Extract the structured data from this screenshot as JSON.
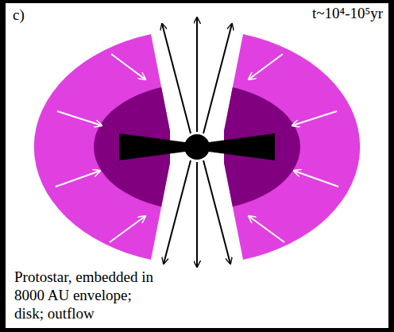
{
  "diagram": {
    "labels": [
      "c)",
      "t~10⁴-10⁵yr",
      "Protostar, embedded in 8000 AU envelope; disk; outflow"
    ]
  }
}
